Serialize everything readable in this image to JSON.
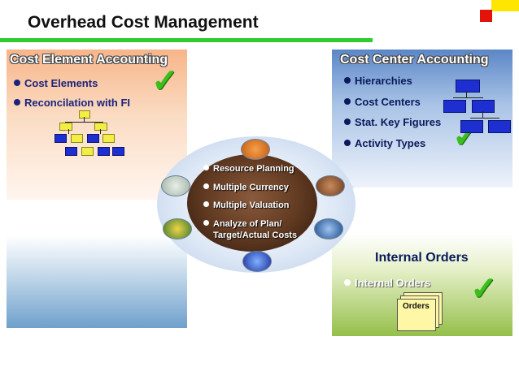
{
  "title": "Overhead Cost Management",
  "colors": {
    "accent_green": "#2ecc2e",
    "check_green": "#3cbf1c",
    "box_blue": "#1d2fd1",
    "red": "#e3120b",
    "yellow": "#ffe600"
  },
  "cost_element_accounting": {
    "title": "Cost Element Accounting",
    "items": [
      "Cost Elements",
      "Reconcilation with FI"
    ]
  },
  "cost_center_accounting": {
    "title": "Cost Center Accounting",
    "items": [
      "Hierarchies",
      "Cost Centers",
      "Stat. Key Figures",
      "Activity Types"
    ]
  },
  "center": {
    "items": [
      "Resource Planning",
      "Multiple Currency",
      "Multiple Valuation",
      "Analyze of Plan/",
      "Target/Actual Costs"
    ]
  },
  "internal_orders": {
    "title": "Internal Orders",
    "item": "Internal Orders",
    "orders_label": "Orders"
  }
}
